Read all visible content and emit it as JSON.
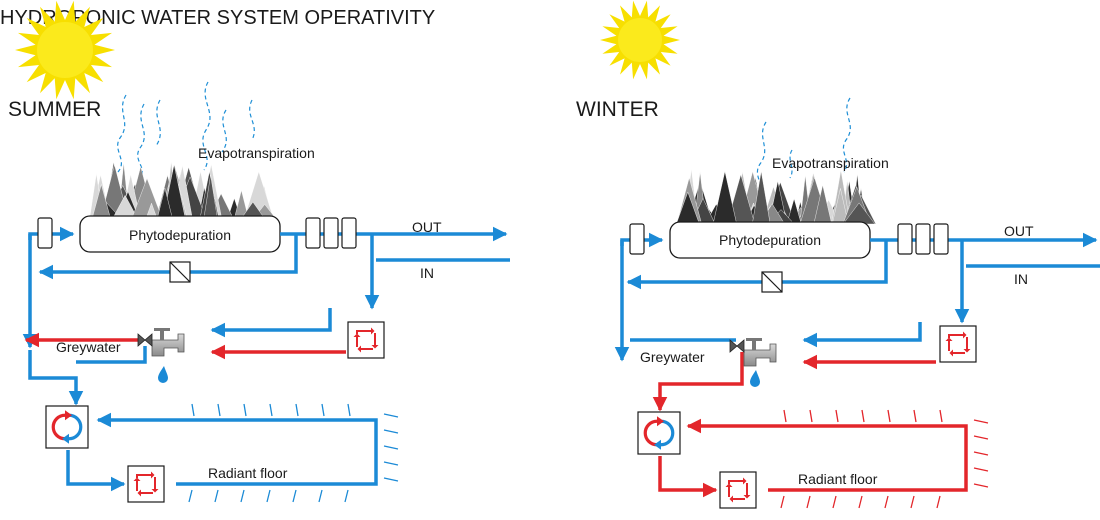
{
  "title": "HYDROPONIC WATER SYSTEM OPERATIVITY",
  "colors": {
    "cold_water": "#1b8ad6",
    "hot_water": "#e3262b",
    "sun": "#fbea1c",
    "sun_rays": "#f7df00",
    "vapor": "#1e8fd6",
    "outline": "#1a1a1a"
  },
  "summer": {
    "season_label": "SUMMER",
    "evapotranspiration": "Evapotranspiration",
    "phytodepuration": "Phytodepuration",
    "out_label": "OUT",
    "in_label": "IN",
    "greywater": "Greywater",
    "radiant_floor": "Radiant floor"
  },
  "winter": {
    "season_label": "WINTER",
    "evapotranspiration": "Evapotranspiration",
    "phytodepuration": "Phytodepuration",
    "out_label": "OUT",
    "in_label": "IN",
    "greywater": "Greywater",
    "radiant_floor": "Radiant floor"
  },
  "icons": [
    "sun-icon",
    "vapor-icon",
    "plant-bed-icon",
    "filter-icon",
    "check-valve-icon",
    "tap-icon",
    "water-drop-icon",
    "heat-exchanger-icon",
    "heat-pump-icon",
    "heat-rays-icon"
  ]
}
